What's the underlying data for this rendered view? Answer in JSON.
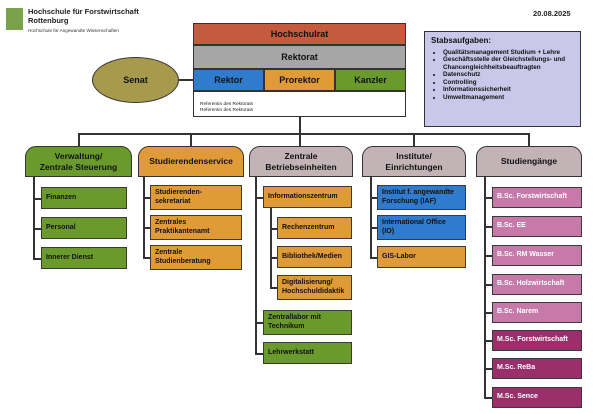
{
  "date": "20.08.2025",
  "logo": {
    "title_line1": "Hochschule für Forstwirtschaft",
    "title_line2": "Rottenburg",
    "subtitle": "Hochschule für Angewandte Wissenschaften"
  },
  "colors": {
    "hochschulrat": "#c55a3c",
    "rektorat": "#a6a6a6",
    "rektor": "#2f7ccf",
    "prorektor": "#e19a38",
    "kanzler": "#6a9a2c",
    "senat": "#a89a4c",
    "stab": "#c9c8ea"
  },
  "top": {
    "hochschulrat": "Hochschulrat",
    "rektorat": "Rektorat",
    "rektor": "Rektor",
    "prorektor": "Prorektor",
    "kanzler": "Kanzler",
    "referent1": "Referentin des Rektorats",
    "referent2": "Referentin des Rektorats",
    "senat": "Senat"
  },
  "stab": {
    "title": "Stabsaufgaben:",
    "items": [
      "Qualitätsmanagement Studium + Lehre",
      "Geschäftsstelle der Gleichstellungs- und Chancengleichheitsbeauftragten",
      "Datenschutz",
      "Controlling",
      "Informationssicherheit",
      "Umweltmanagement"
    ]
  },
  "columns": [
    {
      "header": "Verwaltung/\nZentrale Steuerung",
      "items": [
        "Finanzen",
        "Personal",
        "Innerer Dienst"
      ]
    },
    {
      "header": "Studierendenservice",
      "items": [
        "Studierenden-\nsekretariat",
        "Zentrales\nPraktikantenamt",
        "Zentrale\nStudienberatung"
      ]
    },
    {
      "header": "Zentrale\nBetriebseinheiten",
      "items": [
        "Informationszentrum",
        "Rechenzentrum",
        "Bibliothek/Medien",
        "Digitalisierung/\nHochschuldidaktik",
        "Zentrallabor mit\nTechnikum",
        "Lehrwerkstatt"
      ]
    },
    {
      "header": "Institute/\nEinrichtungen",
      "items": [
        "Institut f. angewandte\nForschung (IAF)",
        "International Office\n(IO)",
        "GIS-Labor"
      ]
    },
    {
      "header": "Studiengänge",
      "items": [
        "B.Sc. Forstwirtschaft",
        "B.Sc. EE",
        "B.Sc. RM Wasser",
        "B.Sc. Holzwirtschaft",
        "B.Sc. Narem",
        "M.Sc. Forstwirtschaft",
        "M.Sc. ReBa",
        "M.Sc. Sence"
      ]
    }
  ]
}
